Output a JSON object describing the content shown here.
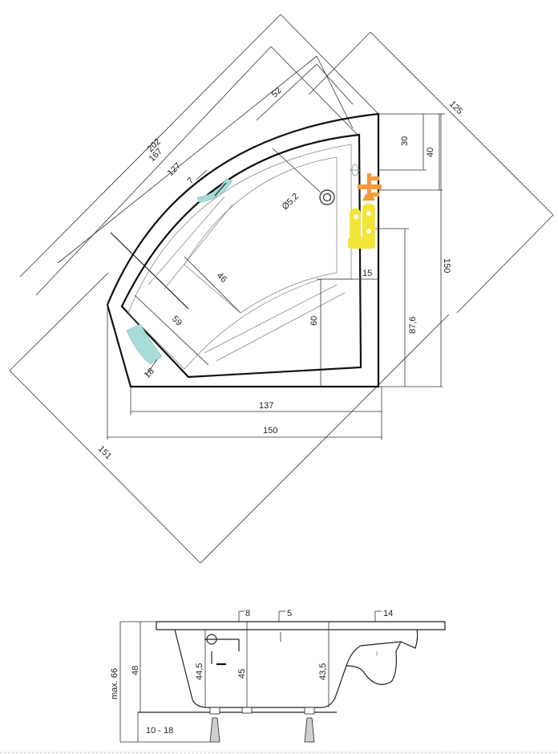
{
  "top_view": {
    "dims": {
      "d202": "202",
      "d167": "167",
      "d127": "127",
      "d52": "52",
      "d7": "7",
      "d125": "125",
      "d30": "30",
      "d40": "40",
      "d150_right": "150",
      "d052": "Ø5,2",
      "d46": "46",
      "d59": "59",
      "d15": "15",
      "d60": "60",
      "d876": "87,6",
      "d18": "18",
      "d137": "137",
      "d150_bottom": "150",
      "d151": "151"
    },
    "colors": {
      "headrest": "#a8dcd8",
      "tap": "#f39a3a",
      "control": "#f4e53a"
    }
  },
  "side_view": {
    "dims": {
      "d8": "8",
      "d5": "5",
      "d14": "14",
      "dmax66": "max. 66",
      "d48": "48",
      "d445": "44,5",
      "d45": "45",
      "d435": "43,5",
      "d1018": "10 - 18"
    }
  }
}
